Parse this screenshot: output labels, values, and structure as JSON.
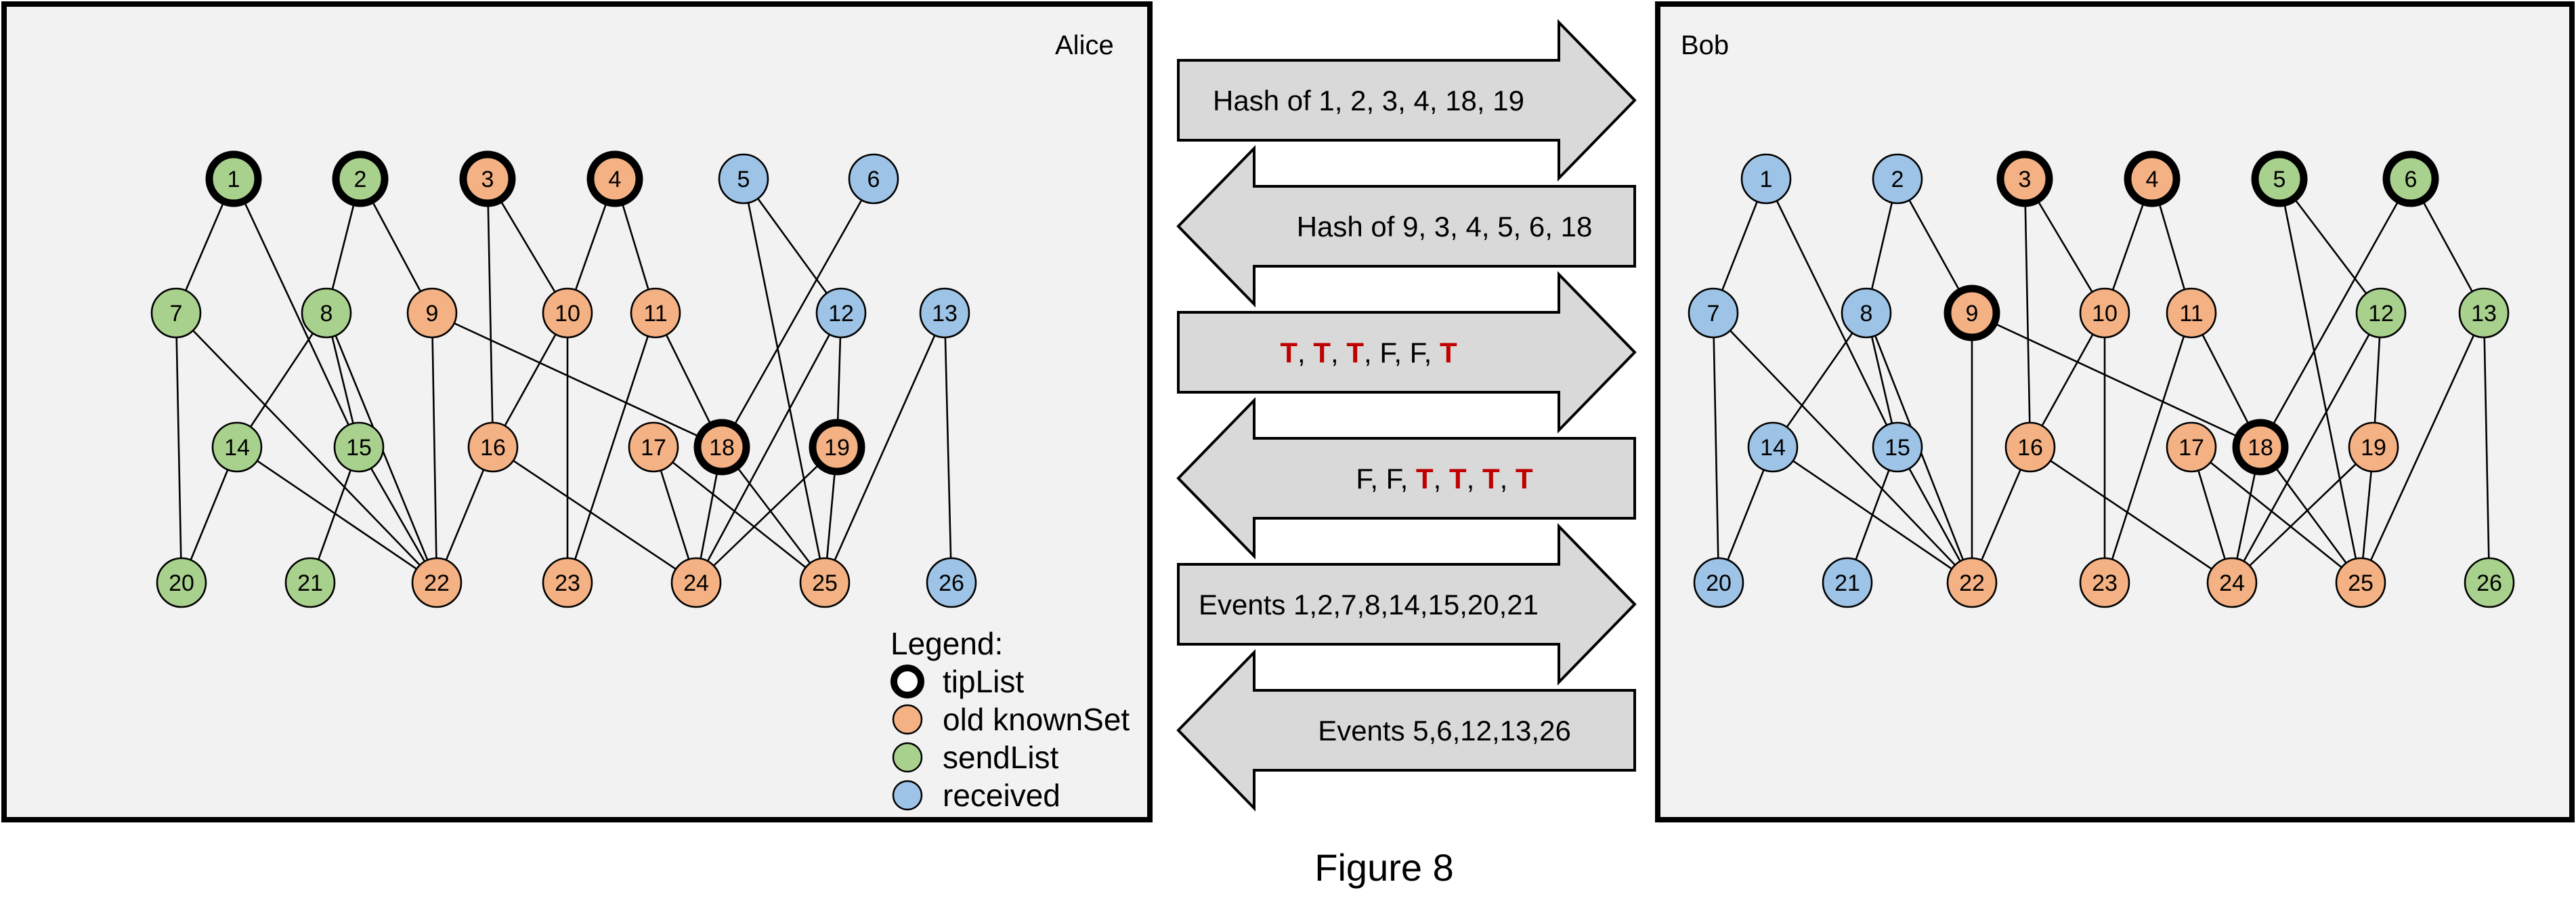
{
  "colors": {
    "old_knownSet": "#f4b183",
    "sendList": "#a9d18e",
    "received": "#9dc3e6",
    "tip_border": "#000000",
    "true_text": "#c00000",
    "panel_background": "#f2f2f2",
    "arrow_fill": "#d9d9d9"
  },
  "panels": [
    {
      "id": "alice",
      "title": "Alice",
      "nodes": [
        {
          "id": "1",
          "state": "sendList",
          "tip": true
        },
        {
          "id": "2",
          "state": "sendList",
          "tip": true
        },
        {
          "id": "3",
          "state": "old_knownSet",
          "tip": true
        },
        {
          "id": "4",
          "state": "old_knownSet",
          "tip": true
        },
        {
          "id": "5",
          "state": "received",
          "tip": false
        },
        {
          "id": "6",
          "state": "received",
          "tip": false
        },
        {
          "id": "7",
          "state": "sendList",
          "tip": false
        },
        {
          "id": "8",
          "state": "sendList",
          "tip": false
        },
        {
          "id": "9",
          "state": "old_knownSet",
          "tip": false
        },
        {
          "id": "10",
          "state": "old_knownSet",
          "tip": false
        },
        {
          "id": "11",
          "state": "old_knownSet",
          "tip": false
        },
        {
          "id": "12",
          "state": "received",
          "tip": false
        },
        {
          "id": "13",
          "state": "received",
          "tip": false
        },
        {
          "id": "14",
          "state": "sendList",
          "tip": false
        },
        {
          "id": "15",
          "state": "sendList",
          "tip": false
        },
        {
          "id": "16",
          "state": "old_knownSet",
          "tip": false
        },
        {
          "id": "17",
          "state": "old_knownSet",
          "tip": false
        },
        {
          "id": "18",
          "state": "old_knownSet",
          "tip": true
        },
        {
          "id": "19",
          "state": "old_knownSet",
          "tip": true
        },
        {
          "id": "20",
          "state": "sendList",
          "tip": false
        },
        {
          "id": "21",
          "state": "sendList",
          "tip": false
        },
        {
          "id": "22",
          "state": "old_knownSet",
          "tip": false
        },
        {
          "id": "23",
          "state": "old_knownSet",
          "tip": false
        },
        {
          "id": "24",
          "state": "old_knownSet",
          "tip": false
        },
        {
          "id": "25",
          "state": "old_knownSet",
          "tip": false
        },
        {
          "id": "26",
          "state": "received",
          "tip": false
        }
      ],
      "edges": [
        [
          "1",
          "7"
        ],
        [
          "1",
          "15"
        ],
        [
          "2",
          "8"
        ],
        [
          "2",
          "9"
        ],
        [
          "3",
          "10"
        ],
        [
          "3",
          "16"
        ],
        [
          "4",
          "10"
        ],
        [
          "4",
          "11"
        ],
        [
          "5",
          "12"
        ],
        [
          "5",
          "25"
        ],
        [
          "6",
          "18"
        ],
        [
          "7",
          "20"
        ],
        [
          "7",
          "22"
        ],
        [
          "8",
          "14"
        ],
        [
          "8",
          "15"
        ],
        [
          "8",
          "22"
        ],
        [
          "9",
          "18"
        ],
        [
          "9",
          "22"
        ],
        [
          "10",
          "16"
        ],
        [
          "10",
          "23"
        ],
        [
          "11",
          "18"
        ],
        [
          "11",
          "23"
        ],
        [
          "12",
          "19"
        ],
        [
          "12",
          "24"
        ],
        [
          "13",
          "25"
        ],
        [
          "13",
          "26"
        ],
        [
          "14",
          "20"
        ],
        [
          "14",
          "22"
        ],
        [
          "15",
          "21"
        ],
        [
          "15",
          "22"
        ],
        [
          "16",
          "22"
        ],
        [
          "16",
          "24"
        ],
        [
          "17",
          "24"
        ],
        [
          "17",
          "25"
        ],
        [
          "18",
          "24"
        ],
        [
          "18",
          "25"
        ],
        [
          "19",
          "24"
        ],
        [
          "19",
          "25"
        ]
      ]
    },
    {
      "id": "bob",
      "title": "Bob",
      "nodes": [
        {
          "id": "1",
          "state": "received",
          "tip": false
        },
        {
          "id": "2",
          "state": "received",
          "tip": false
        },
        {
          "id": "3",
          "state": "old_knownSet",
          "tip": true
        },
        {
          "id": "4",
          "state": "old_knownSet",
          "tip": true
        },
        {
          "id": "5",
          "state": "sendList",
          "tip": true
        },
        {
          "id": "6",
          "state": "sendList",
          "tip": true
        },
        {
          "id": "7",
          "state": "received",
          "tip": false
        },
        {
          "id": "8",
          "state": "received",
          "tip": false
        },
        {
          "id": "9",
          "state": "old_knownSet",
          "tip": true
        },
        {
          "id": "10",
          "state": "old_knownSet",
          "tip": false
        },
        {
          "id": "11",
          "state": "old_knownSet",
          "tip": false
        },
        {
          "id": "12",
          "state": "sendList",
          "tip": false
        },
        {
          "id": "13",
          "state": "sendList",
          "tip": false
        },
        {
          "id": "14",
          "state": "received",
          "tip": false
        },
        {
          "id": "15",
          "state": "received",
          "tip": false
        },
        {
          "id": "16",
          "state": "old_knownSet",
          "tip": false
        },
        {
          "id": "17",
          "state": "old_knownSet",
          "tip": false
        },
        {
          "id": "18",
          "state": "old_knownSet",
          "tip": true
        },
        {
          "id": "19",
          "state": "old_knownSet",
          "tip": false
        },
        {
          "id": "20",
          "state": "received",
          "tip": false
        },
        {
          "id": "21",
          "state": "received",
          "tip": false
        },
        {
          "id": "22",
          "state": "old_knownSet",
          "tip": false
        },
        {
          "id": "23",
          "state": "old_knownSet",
          "tip": false
        },
        {
          "id": "24",
          "state": "old_knownSet",
          "tip": false
        },
        {
          "id": "25",
          "state": "old_knownSet",
          "tip": false
        },
        {
          "id": "26",
          "state": "sendList",
          "tip": false
        }
      ],
      "edges": [
        [
          "1",
          "7"
        ],
        [
          "1",
          "15"
        ],
        [
          "2",
          "8"
        ],
        [
          "2",
          "9"
        ],
        [
          "3",
          "10"
        ],
        [
          "3",
          "16"
        ],
        [
          "4",
          "10"
        ],
        [
          "4",
          "11"
        ],
        [
          "5",
          "12"
        ],
        [
          "5",
          "25"
        ],
        [
          "6",
          "18"
        ],
        [
          "6",
          "13"
        ],
        [
          "7",
          "20"
        ],
        [
          "7",
          "22"
        ],
        [
          "8",
          "14"
        ],
        [
          "8",
          "15"
        ],
        [
          "8",
          "22"
        ],
        [
          "9",
          "18"
        ],
        [
          "9",
          "22"
        ],
        [
          "10",
          "16"
        ],
        [
          "10",
          "23"
        ],
        [
          "11",
          "18"
        ],
        [
          "11",
          "23"
        ],
        [
          "12",
          "19"
        ],
        [
          "12",
          "24"
        ],
        [
          "13",
          "25"
        ],
        [
          "13",
          "26"
        ],
        [
          "14",
          "20"
        ],
        [
          "14",
          "22"
        ],
        [
          "15",
          "21"
        ],
        [
          "15",
          "22"
        ],
        [
          "16",
          "22"
        ],
        [
          "16",
          "24"
        ],
        [
          "17",
          "24"
        ],
        [
          "17",
          "25"
        ],
        [
          "18",
          "24"
        ],
        [
          "18",
          "25"
        ],
        [
          "19",
          "24"
        ],
        [
          "19",
          "25"
        ]
      ]
    }
  ],
  "messages": [
    {
      "direction": "right",
      "parts": [
        {
          "text": "Hash of 1, 2, 3, 4, 18, 19",
          "highlight": false
        }
      ]
    },
    {
      "direction": "left",
      "parts": [
        {
          "text": "Hash of 9, 3, 4, 5, 6, 18",
          "highlight": false
        }
      ]
    },
    {
      "direction": "right",
      "parts": [
        {
          "text": "T",
          "highlight": true
        },
        {
          "text": ", ",
          "highlight": false
        },
        {
          "text": "T",
          "highlight": true
        },
        {
          "text": ", ",
          "highlight": false
        },
        {
          "text": "T",
          "highlight": true
        },
        {
          "text": ", F, F, ",
          "highlight": false
        },
        {
          "text": "T",
          "highlight": true
        }
      ]
    },
    {
      "direction": "left",
      "parts": [
        {
          "text": "F, F, ",
          "highlight": false
        },
        {
          "text": "T",
          "highlight": true
        },
        {
          "text": ", ",
          "highlight": false
        },
        {
          "text": "T",
          "highlight": true
        },
        {
          "text": ", ",
          "highlight": false
        },
        {
          "text": "T",
          "highlight": true
        },
        {
          "text": ", ",
          "highlight": false
        },
        {
          "text": "T",
          "highlight": true
        }
      ]
    },
    {
      "direction": "right",
      "parts": [
        {
          "text": "Events 1,2,7,8,14,15,20,21",
          "highlight": false
        }
      ]
    },
    {
      "direction": "left",
      "parts": [
        {
          "text": "Events 5,6,12,13,26",
          "highlight": false
        }
      ]
    }
  ],
  "legend": {
    "title": "Legend:",
    "items": [
      {
        "label": "tipList",
        "kind": "tip"
      },
      {
        "label": "old knownSet",
        "kind": "old_knownSet"
      },
      {
        "label": "sendList",
        "kind": "sendList"
      },
      {
        "label": "received",
        "kind": "received"
      }
    ]
  },
  "caption": "Figure 8"
}
